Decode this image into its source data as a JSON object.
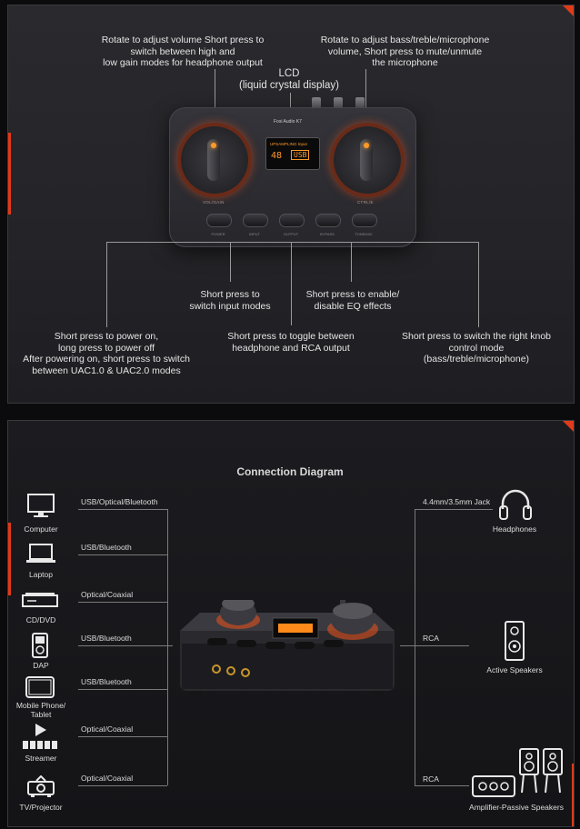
{
  "top_panel": {
    "annotations": {
      "volume_knob": [
        "Rotate to adjust volume Short press to",
        "switch between high and",
        "low gain modes for headphone output"
      ],
      "right_knob": [
        "Rotate to adjust bass/treble/microphone",
        "volume, Short press to mute/unmute",
        "the microphone"
      ],
      "lcd": [
        "LCD",
        "(liquid crystal display)"
      ],
      "input": [
        "Short press to",
        "switch input modes"
      ],
      "bypass": [
        "Short press to enable/",
        "disable EQ effects"
      ],
      "power": [
        "Short press to power on,",
        "long press to power off",
        "After powering on, short press to switch",
        "between UAC1.0 & UAC2.0 modes"
      ],
      "output": [
        "Short press to toggle between",
        "headphone and RCA output"
      ],
      "tone_mode": [
        "Short press to switch the right knob",
        "control mode",
        "(bass/treble/microphone)"
      ]
    },
    "device": {
      "brand": "Fosi Audio K7",
      "lcd_value": "48",
      "lcd_source": "USB",
      "lcd_header": "UPSAMPLING  Input",
      "left_knob_label": "VOL/GAIN",
      "right_knob_label": "CTRL/E",
      "buttons": [
        "POWER",
        "INPUT",
        "OUTPUT",
        "BYPASS",
        "TONE/MIC"
      ]
    }
  },
  "bottom_panel": {
    "title": "Connection Diagram",
    "sources": [
      {
        "name": "Computer",
        "connection": "USB/Optical/Bluetooth",
        "icon": "monitor-icon"
      },
      {
        "name": "Laptop",
        "connection": "USB/Bluetooth",
        "icon": "laptop-icon"
      },
      {
        "name": "CD/DVD",
        "connection": "Optical/Coaxial",
        "icon": "cd-player-icon"
      },
      {
        "name": "DAP",
        "connection": "USB/Bluetooth",
        "icon": "dap-icon"
      },
      {
        "name": "Mobile Phone/\nTablet",
        "connection": "USB/Bluetooth",
        "icon": "tablet-icon"
      },
      {
        "name": "Streamer",
        "connection": "Optical/Coaxial",
        "icon": "streamer-icon"
      },
      {
        "name": "TV/Projector",
        "connection": "Optical/Coaxial",
        "icon": "projector-icon"
      }
    ],
    "outputs": [
      {
        "name": "Headphones",
        "connection": "4.4mm/3.5mm Jack",
        "icon": "headphones-icon"
      },
      {
        "name": "Active Speakers",
        "connection": "RCA",
        "icon": "active-speaker-icon"
      },
      {
        "name": "Amplifier-Passive Speakers",
        "connection": "RCA",
        "icon": "amplifier-speakers-icon"
      }
    ],
    "accent_color": "#e03a1a"
  }
}
